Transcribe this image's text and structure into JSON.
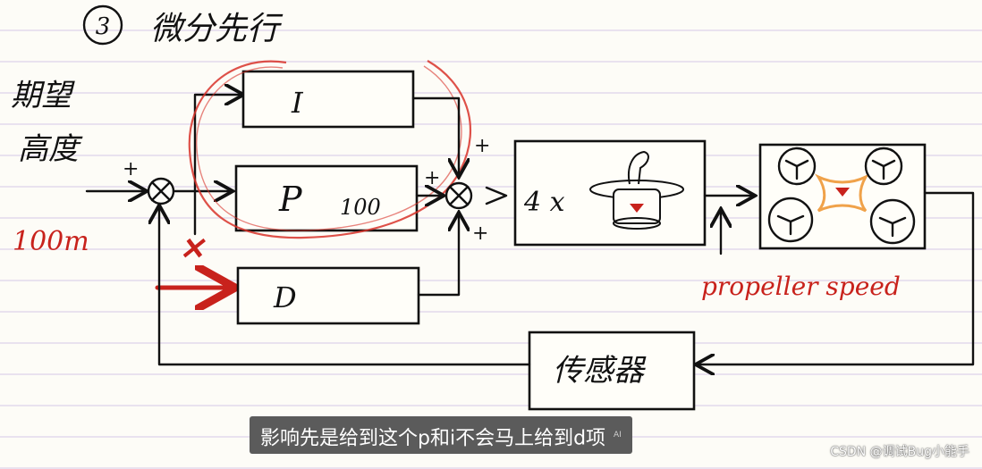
{
  "heading": {
    "number": "3",
    "title": "微分先行"
  },
  "setpoint": {
    "label_line1": "期望",
    "label_line2": "高度",
    "value": "100m"
  },
  "blocks": {
    "integral": "I",
    "proportional": "P",
    "proportional_gain": "100",
    "derivative": "D",
    "motors_count": "4 x",
    "sensor": "传感器"
  },
  "signs": {
    "setpoint_plus": "+",
    "sum_plus_top": "+",
    "sum_plus_left": "+",
    "sum_plus_bottom": "+"
  },
  "annotations": {
    "propeller": "propeller speed",
    "cross": "✕"
  },
  "subtitle": "影响先是给到这个p和i不会马上给到d项",
  "subtitle_mark": "AI",
  "watermark": "CSDN @调试Bug小能手",
  "colors": {
    "ink": "#111111",
    "annotation_red": "#c8221c",
    "drone_frame": "#f0a24a"
  }
}
